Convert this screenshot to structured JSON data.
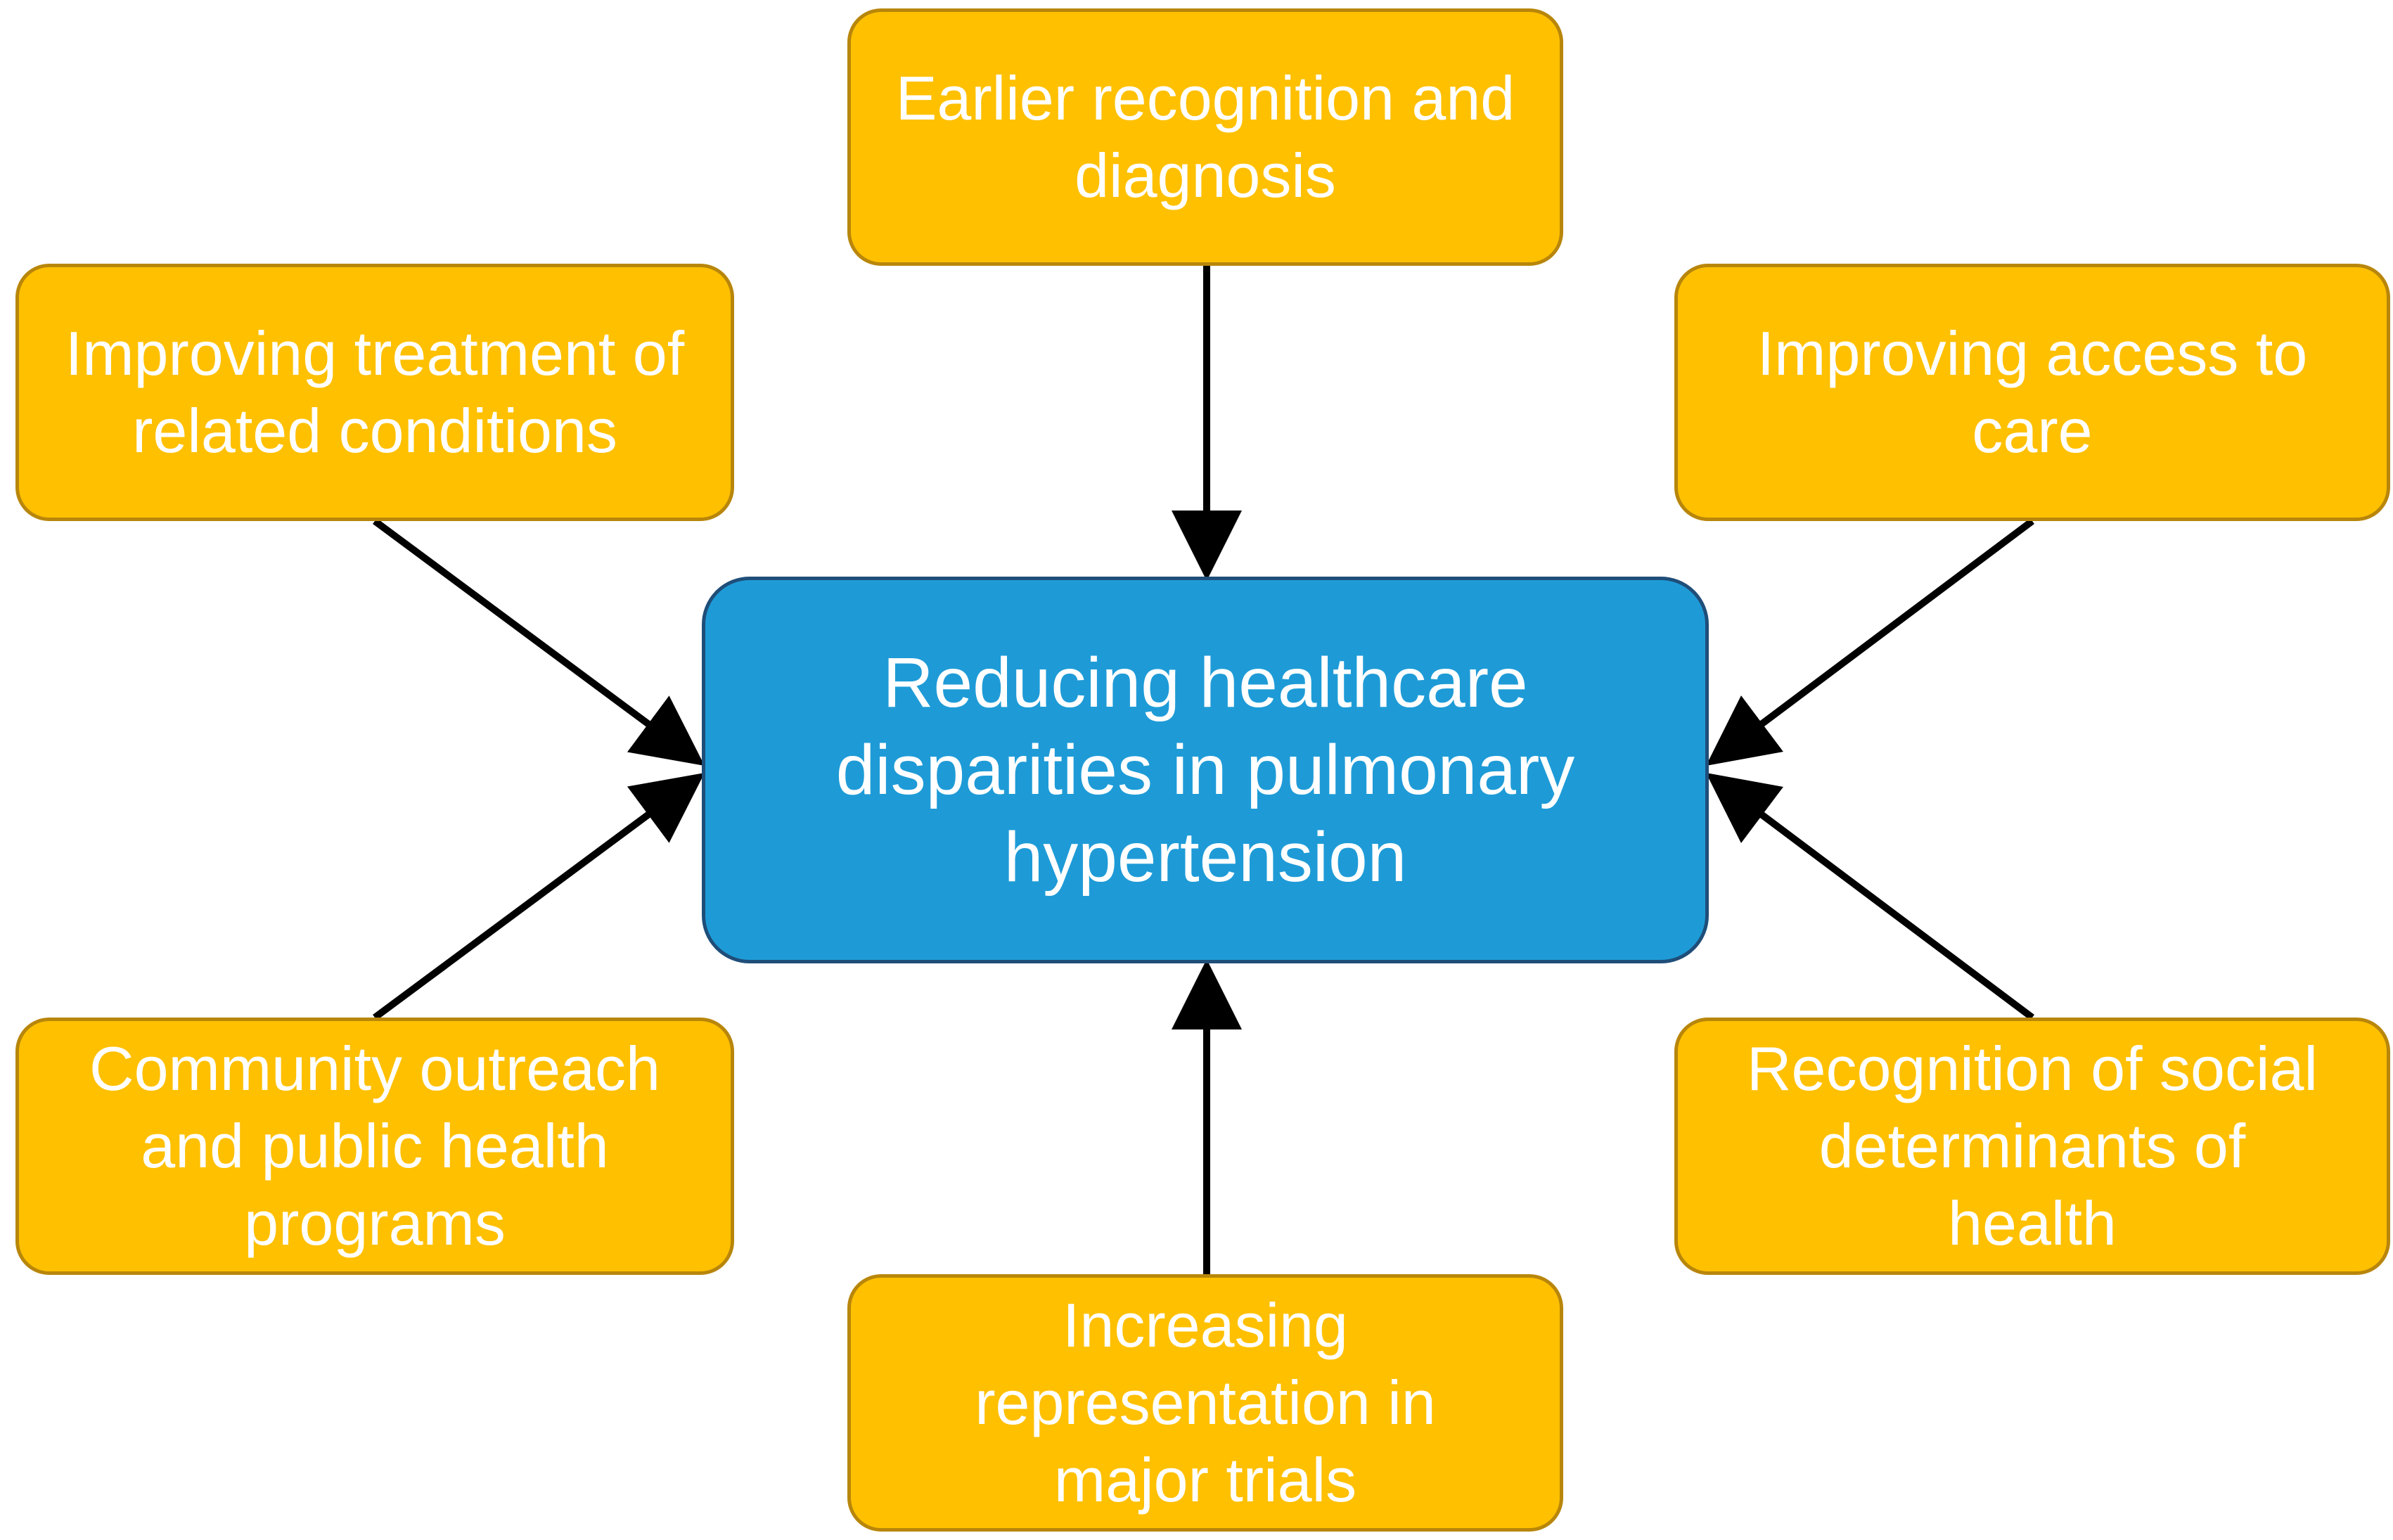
{
  "diagram": {
    "colors": {
      "outer_fill": "#FFC000",
      "outer_border": "#B8860B",
      "center_fill": "#1E9BD7",
      "center_border": "#1F4E79",
      "arrow": "#000000",
      "text": "#FFFFFF"
    },
    "center": {
      "label": "Reducing healthcare disparities in pulmonary hypertension"
    },
    "nodes": {
      "top": {
        "label": "Earlier recognition and diagnosis"
      },
      "left_up": {
        "label": "Improving treatment of related conditions"
      },
      "right_up": {
        "label": "Improving access to care"
      },
      "left_down": {
        "label": "Community outreach and public health programs"
      },
      "right_down": {
        "label": "Recognition of social determinants of health"
      },
      "bottom": {
        "label": "Increasing representation in major trials"
      }
    }
  }
}
